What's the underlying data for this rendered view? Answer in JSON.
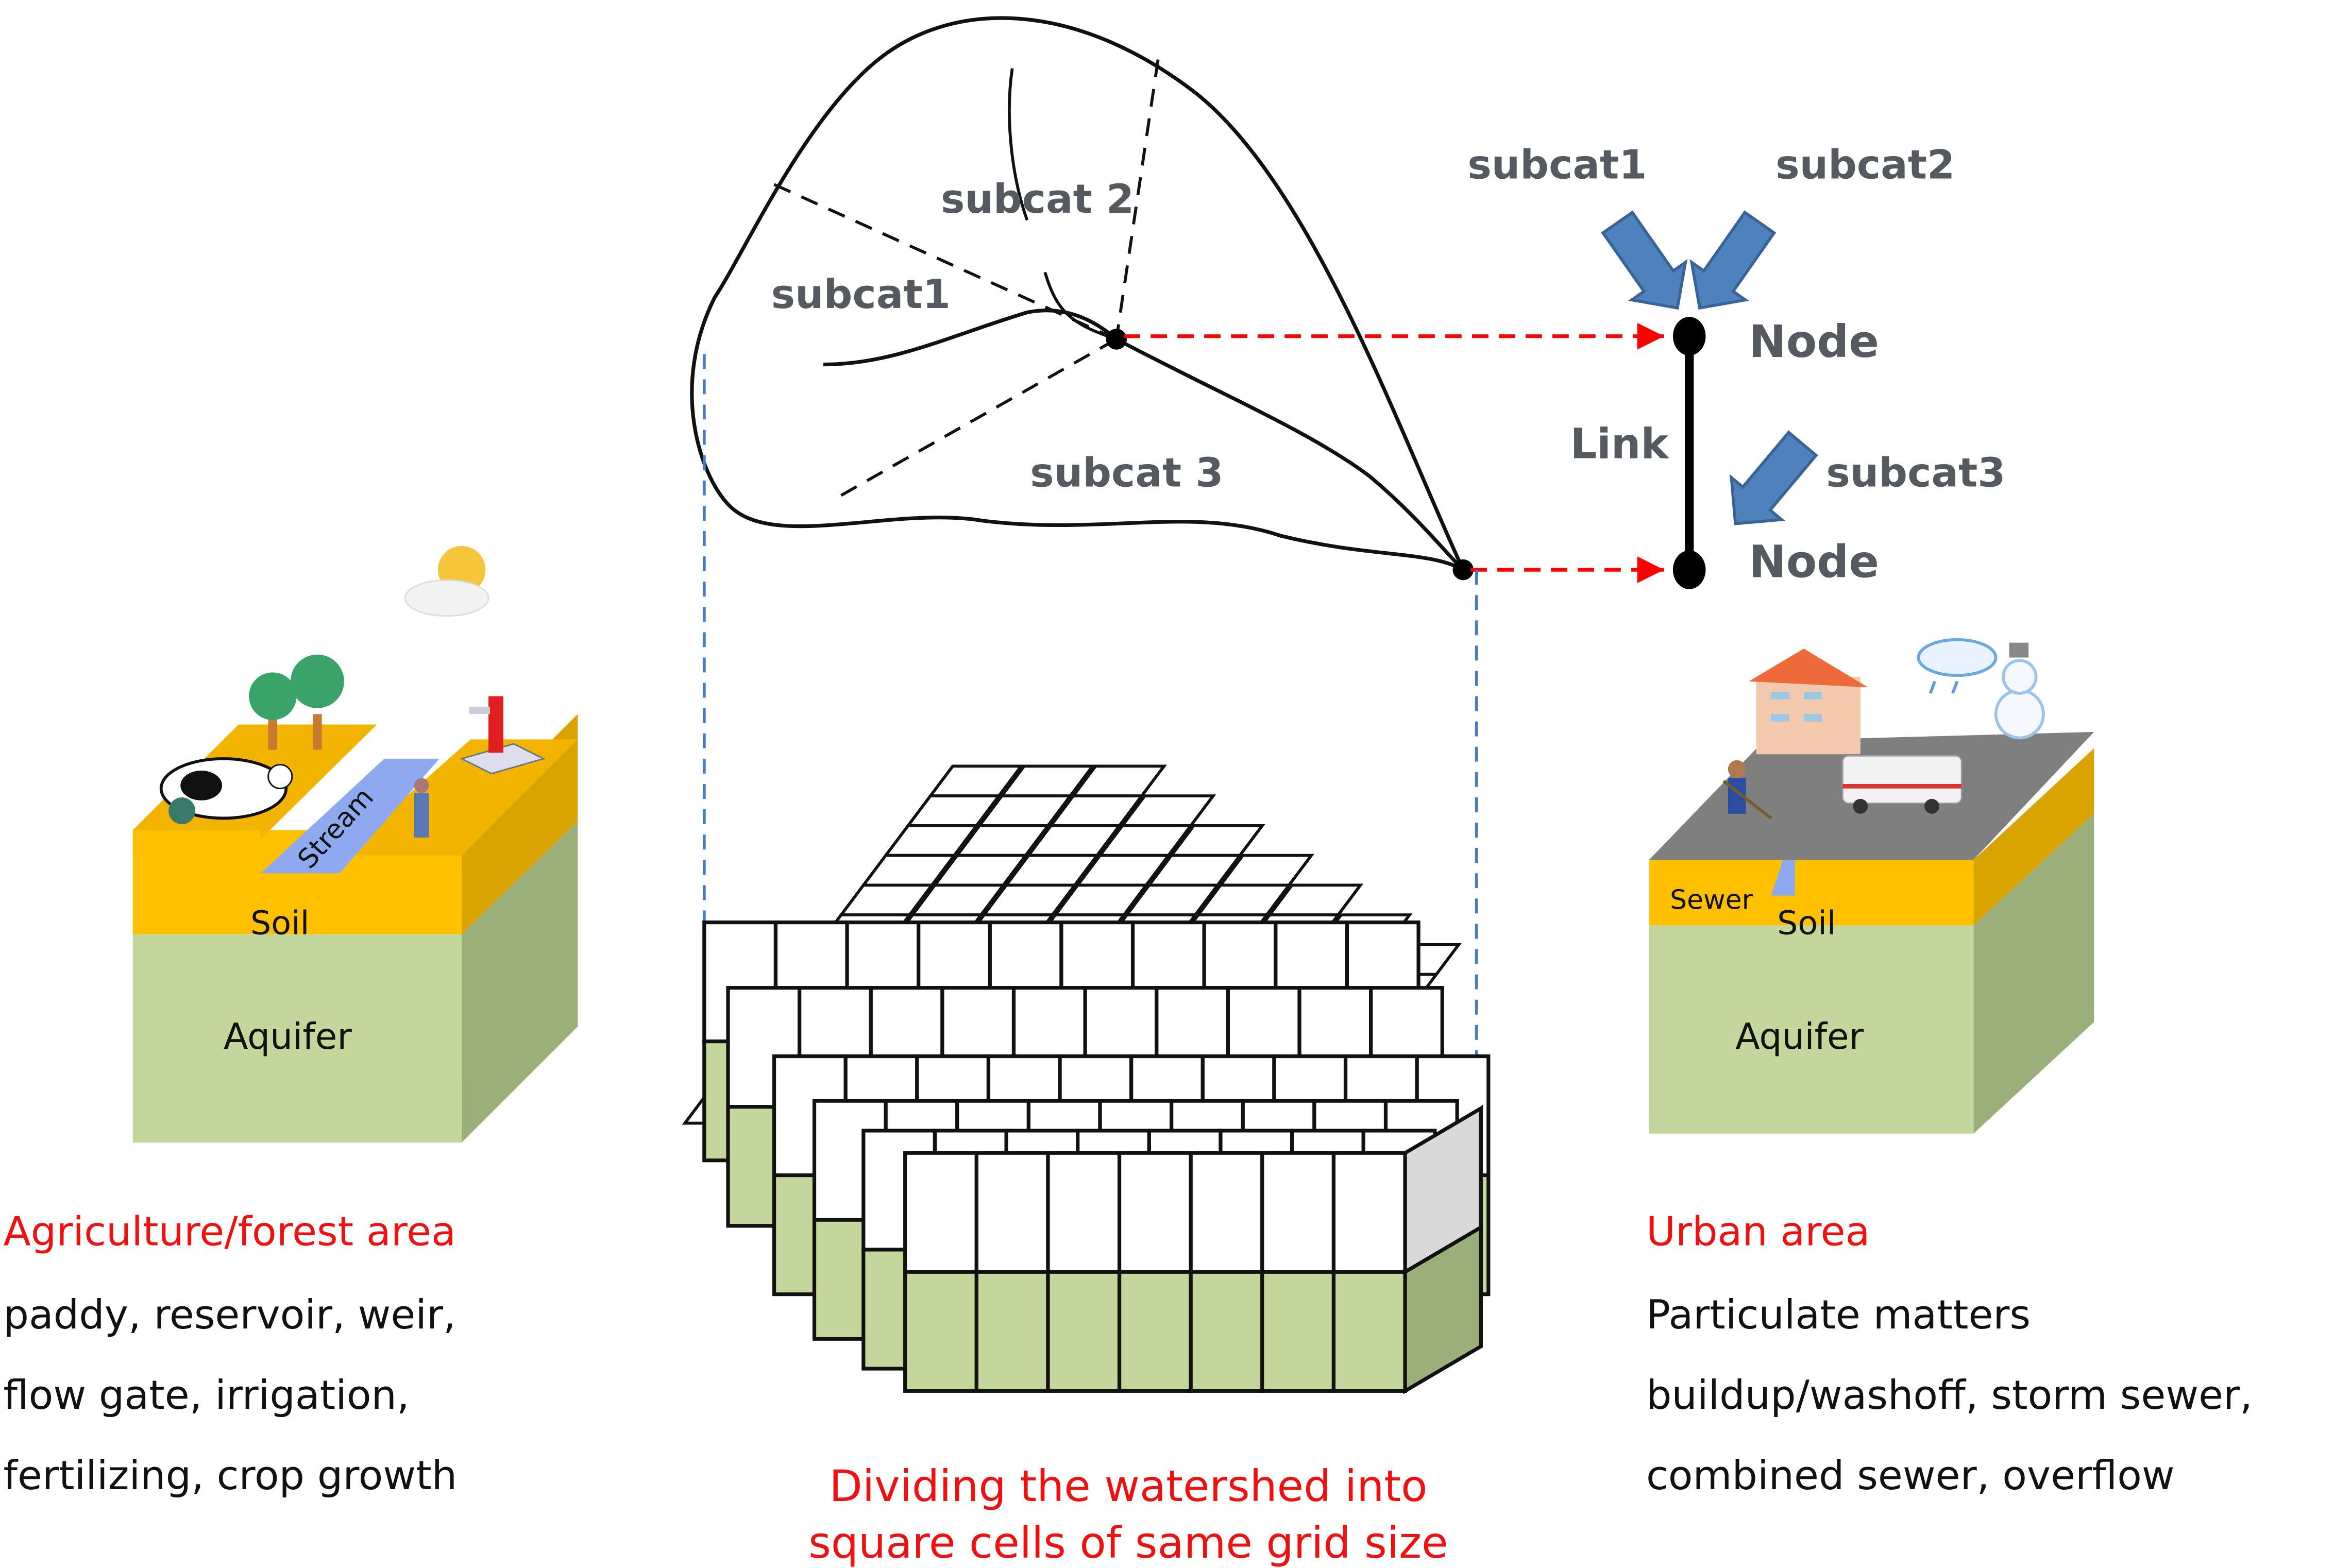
{
  "watershed": {
    "subcat_labels": [
      "subcat1",
      "subcat 2",
      "subcat 3"
    ],
    "description": "Dividing the watershed into square cells of same grid size",
    "description_lines": [
      "Dividing the watershed into",
      "square cells of same grid size"
    ]
  },
  "network": {
    "inflows": [
      "subcat1",
      "subcat2",
      "subcat3"
    ],
    "node_label": "Node",
    "link_label": "Link"
  },
  "agriculture": {
    "block_labels": {
      "stream": "Stream",
      "soil": "Soil",
      "aquifer": "Aquifer"
    },
    "title": "Agriculture/forest area",
    "lines": [
      "paddy, reservoir, weir,",
      "flow gate, irrigation,",
      "fertilizing, crop growth"
    ]
  },
  "urban": {
    "block_labels": {
      "sewer": "Sewer",
      "soil": "Soil",
      "aquifer": "Aquifer"
    },
    "title": "Urban area",
    "lines": [
      "Particulate matters",
      "buildup/washoff, storm sewer,",
      "combined sewer, overflow"
    ]
  },
  "colors": {
    "soil": "#FFC000",
    "soil_side": "#D9A300",
    "aquifer": "#C3D69B",
    "aquifer_side": "#9BAF7A",
    "stream": "#8EA9F0",
    "road": "#7F7F7F",
    "arrow_blue": "#4F81BD",
    "flow_red": "#FF0000",
    "title_red": "#EE1111"
  }
}
